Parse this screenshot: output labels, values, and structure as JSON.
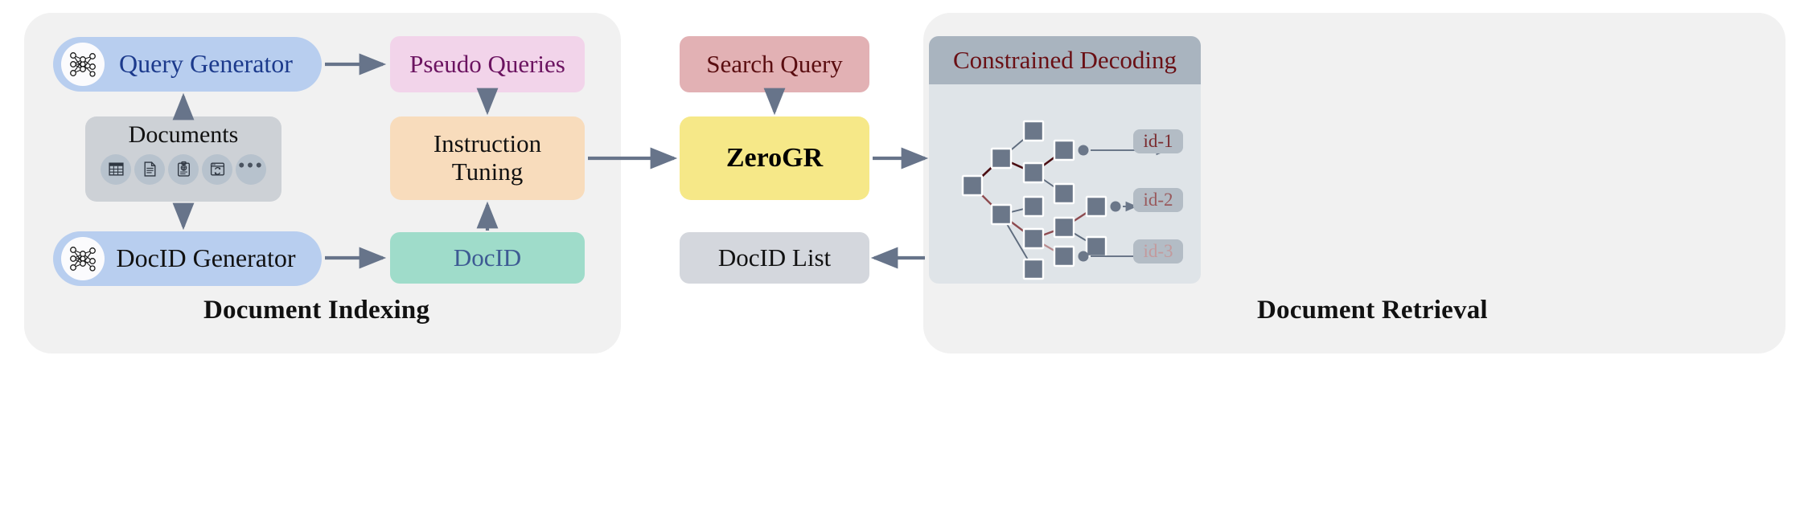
{
  "panels": {
    "indexing": {
      "title": "Document Indexing"
    },
    "retrieval": {
      "title": "Document Retrieval"
    }
  },
  "indexing": {
    "query_generator": {
      "label": "Query Generator",
      "icon": "neural-network-icon"
    },
    "docid_generator": {
      "label": "DocID Generator",
      "icon": "neural-network-icon"
    },
    "documents": {
      "label": "Documents",
      "icons": [
        "table-icon",
        "document-icon",
        "clipboard-globe-icon",
        "webpage-icon"
      ],
      "ellipsis": "•••"
    },
    "pseudo_queries": {
      "label": "Pseudo Queries"
    },
    "instruction_tuning": {
      "label": "Instruction\nTuning"
    },
    "docid": {
      "label": "DocID"
    }
  },
  "retrieval": {
    "search_query": {
      "label": "Search Query"
    },
    "zerogr": {
      "label": "ZeroGR"
    },
    "docid_list": {
      "label": "DocID List"
    },
    "constrained_decoding": {
      "title": "Constrained Decoding",
      "outputs": [
        {
          "label": "id-1",
          "color": "#7a2b2f"
        },
        {
          "label": "id-2",
          "color": "#99595c"
        },
        {
          "label": "id-3",
          "color": "#c39a9d"
        }
      ]
    }
  },
  "colors": {
    "panel_bg": "#f1f1f1",
    "generator_blue": "#b8ceef",
    "pseudo_pink": "#f2d4ea",
    "instruction_orange": "#f8dcbc",
    "docid_green": "#9fdcca",
    "search_red": "#e2b1b4",
    "zerogr_yellow": "#f6e888",
    "docid_list_gray": "#d4d7dd",
    "card_body": "#dfe4e8",
    "card_header": "#a9b4bf",
    "node_fill": "#6b7789",
    "arrow": "#67748a",
    "edge_dark_red": "#4a0d12",
    "edge_mid_red": "#8e4b50",
    "edge_light_red": "#b98b8e",
    "edge_gray": "#5e6b7d"
  }
}
